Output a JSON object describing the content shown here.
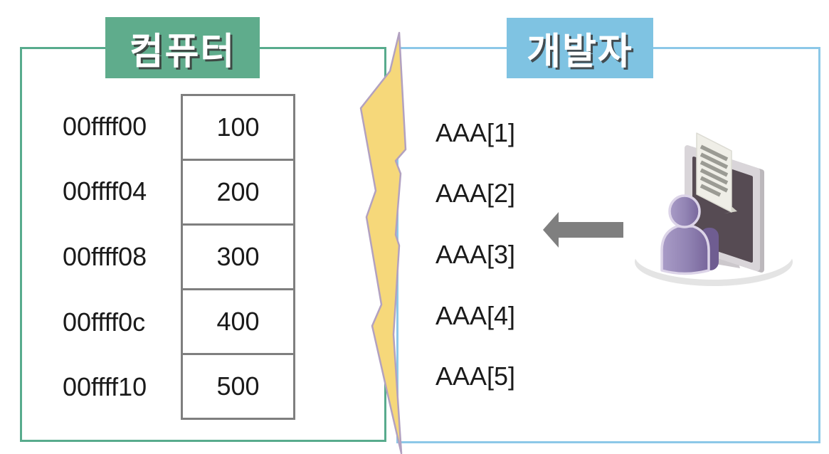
{
  "left_panel": {
    "title": "컴퓨터",
    "rows": [
      {
        "address": "00ffff00",
        "value": "100"
      },
      {
        "address": "00ffff04",
        "value": "200"
      },
      {
        "address": "00ffff08",
        "value": "300"
      },
      {
        "address": "00ffff0c",
        "value": "400"
      },
      {
        "address": "00ffff10",
        "value": "500"
      }
    ]
  },
  "right_panel": {
    "title": "개발자",
    "items": [
      {
        "label": "AAA[1]"
      },
      {
        "label": "AAA[2]"
      },
      {
        "label": "AAA[3]"
      },
      {
        "label": "AAA[4]"
      },
      {
        "label": "AAA[5]"
      }
    ]
  },
  "icons": {
    "divider": "lightning-bolt",
    "arrow": "left-arrow",
    "illustration": "person-at-computer"
  },
  "colors": {
    "green_header_bg": "#5FAC8C",
    "green_border": "#58AB8D",
    "blue_header_bg": "#7FC3E2",
    "blue_border": "#8CC8E8",
    "bolt_fill": "#F6D87A",
    "bolt_stroke": "#B2A1C0",
    "arrow_gray": "#7F7F7F",
    "cell_border": "#7F7F7F",
    "text": "#1A1A1A",
    "header_text": "#FFFFFF"
  }
}
